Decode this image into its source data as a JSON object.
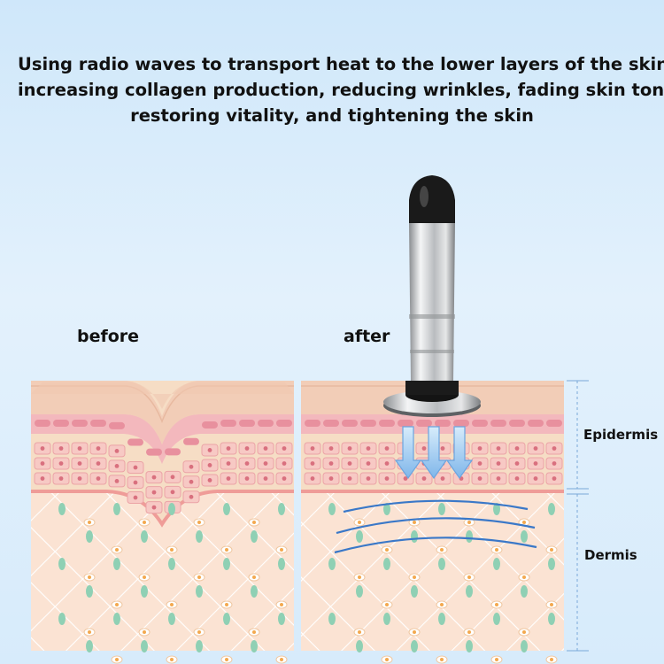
{
  "headline": {
    "line1": "Using radio waves to transport heat to the lower layers of the skin,",
    "line2": "increasing collagen production, reducing wrinkles, fading skin tone,",
    "line3": "restoring vitality, and tightening the skin"
  },
  "panels": {
    "before_label": "before",
    "after_label": "after"
  },
  "layers": {
    "epidermis_label": "Epidermis",
    "dermis_label": "Dermis"
  },
  "colors": {
    "background": "#d6ecfb",
    "skin_surface": "#f5d5c0",
    "dermis": "#fbe2d2",
    "cell_pink": "#e89aa6",
    "arrow_blue": "#8fc4ee",
    "wave_blue": "#3a78c8",
    "fiber_green": "#8fd0b4"
  },
  "icons": {
    "device": "rf-probe-icon",
    "arrows": "down-arrow-icon",
    "waves": "radio-wave-icon"
  }
}
